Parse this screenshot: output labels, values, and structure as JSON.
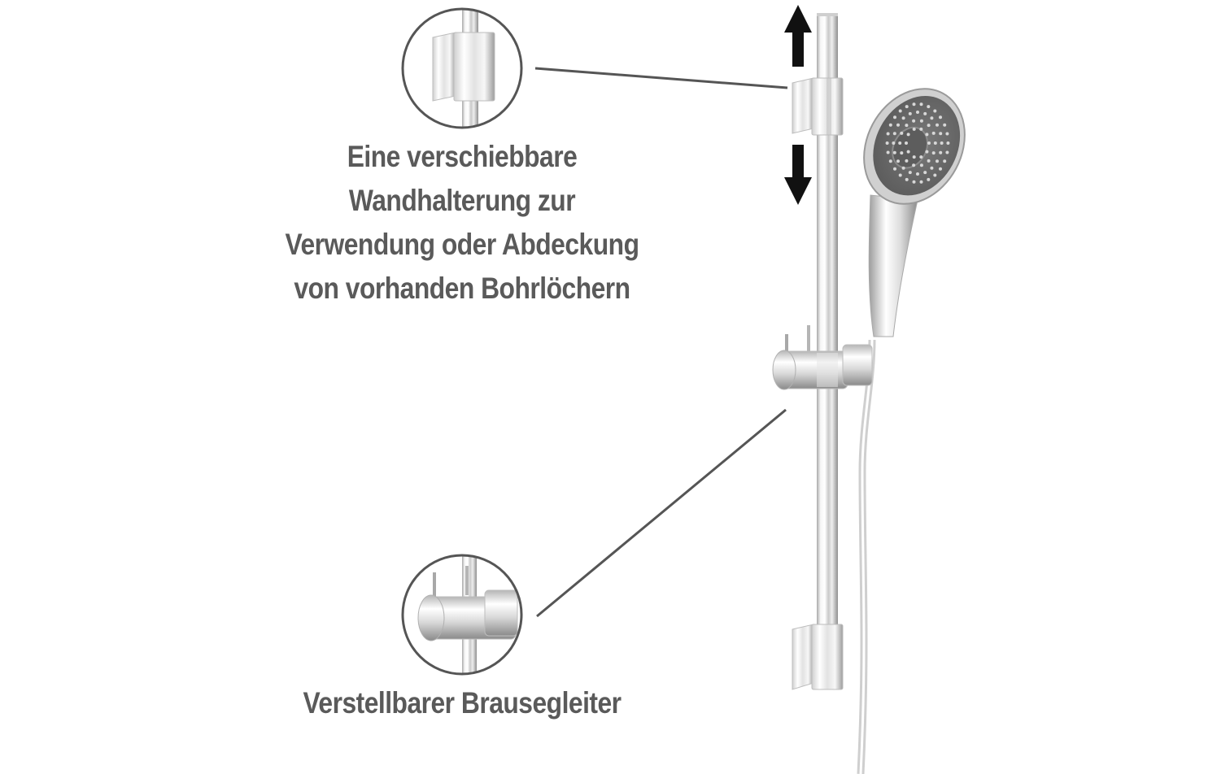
{
  "callouts": {
    "wall_bracket": {
      "lines": [
        "Eine verschiebbare",
        "Wandhalterung zur",
        "Verwendung oder Abdeckung",
        "von vorhanden Bohrlöchern"
      ]
    },
    "slider": {
      "lines": [
        "Verstellbarer Brausegleiter"
      ]
    }
  },
  "colors": {
    "text": "#5a5a5a",
    "leader_line": "#555555",
    "circle_border": "#555555",
    "arrow": "#111111",
    "chrome_light": "#f4f4f4",
    "chrome_dark": "#9a9a9a",
    "shower_face": "#6e6e6e",
    "nozzle": "#d8d8d8"
  }
}
